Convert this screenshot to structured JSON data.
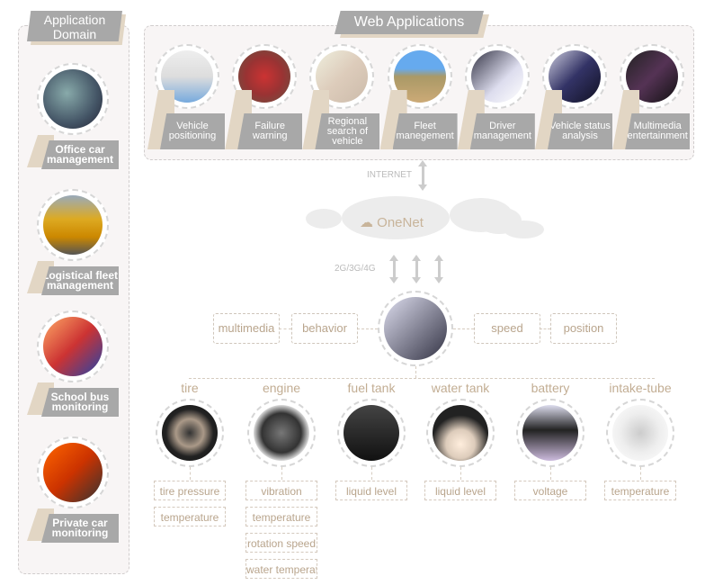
{
  "domain_panel": {
    "title": "Application Domain",
    "items": [
      {
        "label": "Office car management",
        "icon": "office-cars-photo"
      },
      {
        "label": "Logistical fleet management",
        "icon": "trucks-photo"
      },
      {
        "label": "School bus monitoring",
        "icon": "school-bus-photo"
      },
      {
        "label": "Private car monitoring",
        "icon": "private-car-photo"
      }
    ]
  },
  "web_panel": {
    "title": "Web Applications",
    "items": [
      {
        "label": "Vehicle positioning",
        "icon": "map-pin-photo"
      },
      {
        "label": "Failure warning",
        "icon": "warning-photo"
      },
      {
        "label": "Regional search of vehicle",
        "icon": "map-photo"
      },
      {
        "label": "Fleet manegement",
        "icon": "fleet-photo"
      },
      {
        "label": "Driver management",
        "icon": "driver-photo"
      },
      {
        "label": "Vehicle status analysis",
        "icon": "mechanics-photo"
      },
      {
        "label": "Multimedia entertainment",
        "icon": "screen-photo"
      }
    ]
  },
  "network": {
    "internet": "INTERNET",
    "cloud": "OneNet",
    "mobile": "2G/3G/4G"
  },
  "vehicle": {
    "left": [
      "multimedia",
      "behavior"
    ],
    "right": [
      "speed",
      "position"
    ]
  },
  "sensors": [
    {
      "name": "tire",
      "tags": [
        "tire pressure",
        "temperature"
      ]
    },
    {
      "name": "engine",
      "tags": [
        "vibration",
        "temperature",
        "rotation speed",
        "water temperatur"
      ]
    },
    {
      "name": "fuel tank",
      "tags": [
        "liquid level"
      ]
    },
    {
      "name": "water tank",
      "tags": [
        "liquid level"
      ]
    },
    {
      "name": "battery",
      "tags": [
        "voltage"
      ]
    },
    {
      "name": "intake-tube",
      "tags": [
        "temperature"
      ]
    }
  ],
  "colors": {
    "banner": "#a8a8a8",
    "accent": "#e2d6c4",
    "text": "#b9a58d"
  }
}
